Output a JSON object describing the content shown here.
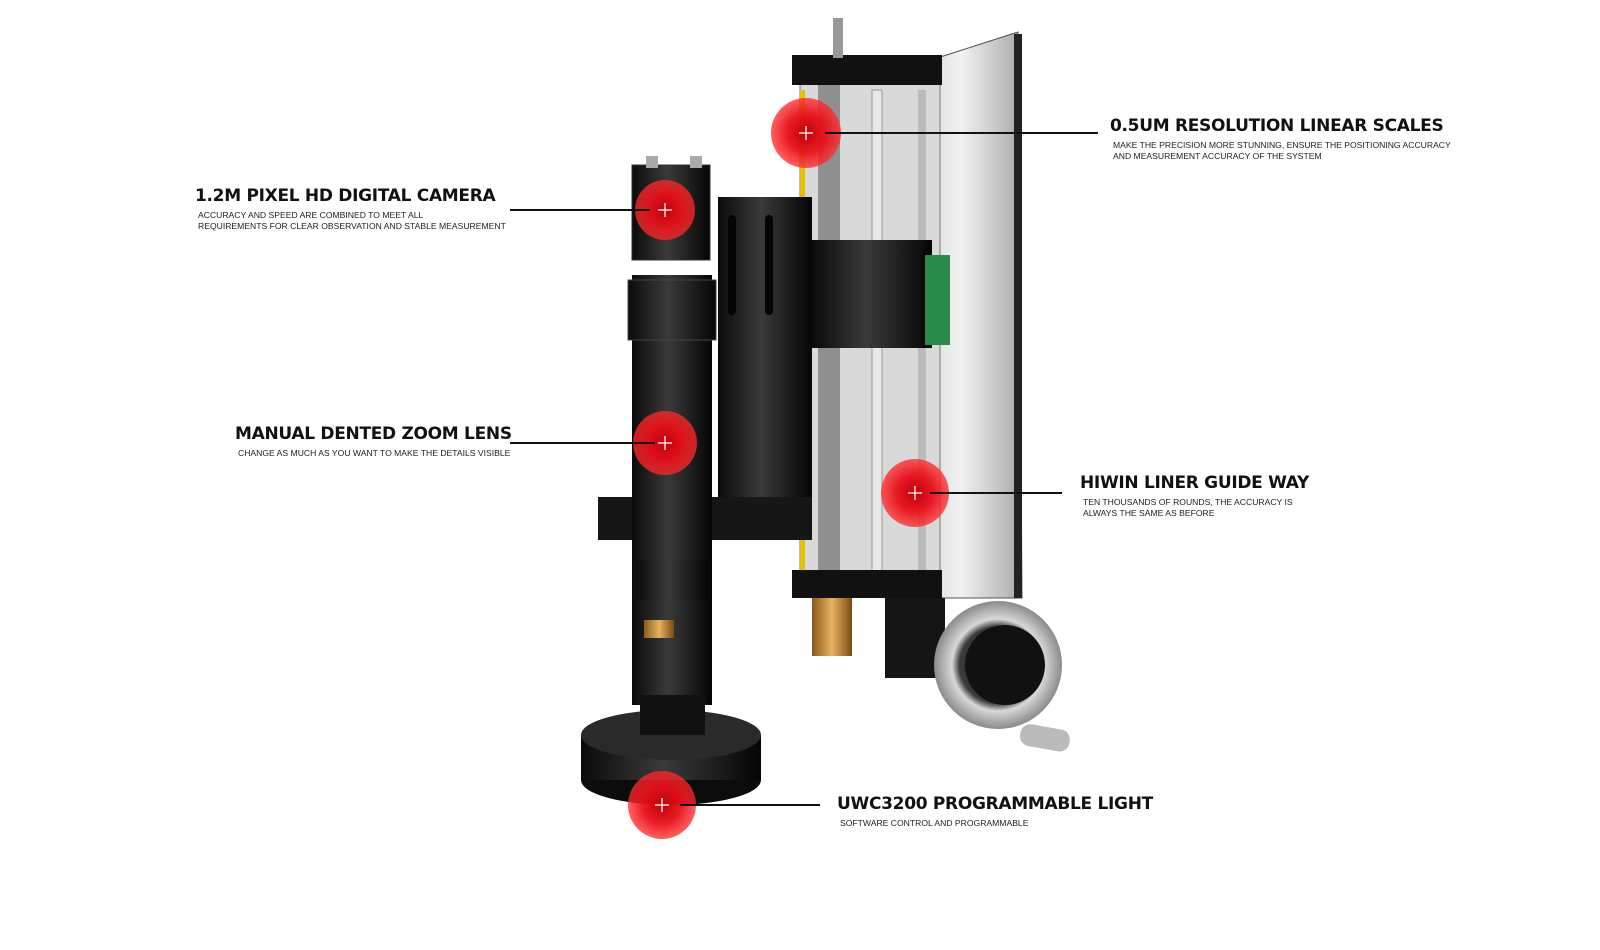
{
  "callouts": [
    {
      "id": "camera",
      "title": "1.2M PIXEL HD DIGITAL CAMERA",
      "desc_lines": [
        "ACCURACY AND SPEED ARE COMBINED TO MEET ALL",
        "REQUIREMENTS FOR CLEAR OBSERVATION AND STABLE MEASUREMENT"
      ]
    },
    {
      "id": "lens",
      "title": "MANUAL DENTED ZOOM LENS",
      "desc_lines": [
        "CHANGE AS MUCH AS YOU WANT TO MAKE THE DETAILS VISIBLE"
      ]
    },
    {
      "id": "scales",
      "title": "0.5UM RESOLUTION LINEAR SCALES",
      "desc_lines": [
        "MAKE THE PRECISION MORE STUNNING, ENSURE THE POSITIONING ACCURACY",
        "AND MEASUREMENT ACCURACY OF THE SYSTEM"
      ]
    },
    {
      "id": "guide",
      "title": "HIWIN LINER GUIDE WAY",
      "desc_lines": [
        "TEN THOUSANDS OF ROUNDS, THE ACCURACY IS",
        "ALWAYS THE SAME AS BEFORE"
      ]
    },
    {
      "id": "light",
      "title": "UWC3200 PROGRAMMABLE LIGHT",
      "desc_lines": [
        "SOFTWARE CONTROL AND PROGRAMMABLE"
      ]
    }
  ],
  "colors": {
    "marker": "#e0101a",
    "text": "#111111"
  }
}
